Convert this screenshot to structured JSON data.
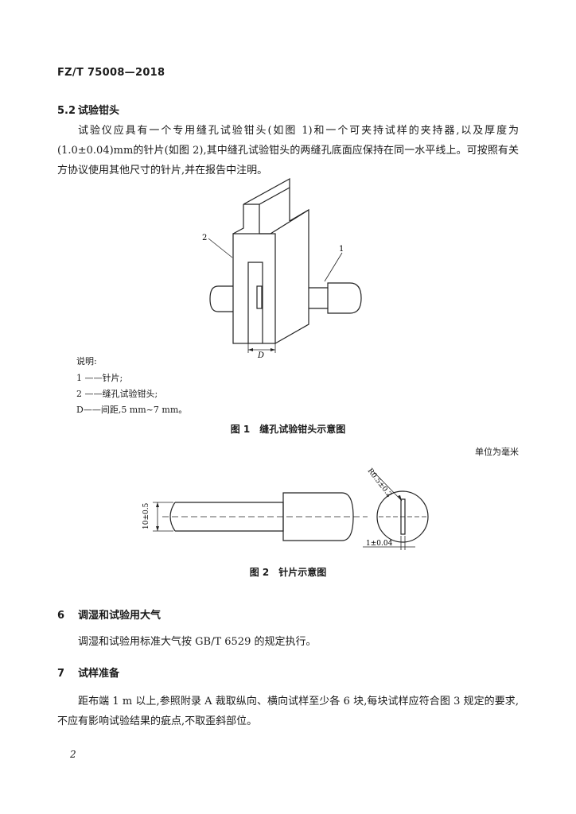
{
  "header": {
    "standard_code": "FZ/T 75008—2018"
  },
  "section_5_2": {
    "number": "5.2",
    "title": "试验钳头",
    "paragraph": "试验仪应具有一个专用缝孔试验钳头(如图 1)和一个可夹持试样的夹持器,以及厚度为(1.0±0.04)mm的针片(如图 2),其中缝孔试验钳头的两缝孔底面应保持在同一水平线上。可按照有关方协议使用其他尺寸的针片,并在报告中注明。"
  },
  "figure1": {
    "label_1": "1",
    "label_2": "2",
    "label_D": "D",
    "legend_title": "说明:",
    "legend_items": [
      "1 ——针片;",
      "2 ——缝孔试验钳头;",
      "D——间距,5 mm~7 mm。"
    ],
    "caption": "图 1　缝孔试验钳头示意图"
  },
  "figure2": {
    "unit_note": "单位为毫米",
    "dim_height": "10±0.5",
    "dim_radius": "R0.5±0.2",
    "dim_thickness": "1±0.04",
    "caption": "图 2　针片示意图"
  },
  "section_6": {
    "number": "6",
    "title": "调湿和试验用大气",
    "paragraph": "调湿和试验用标准大气按 GB/T 6529 的规定执行。"
  },
  "section_7": {
    "number": "7",
    "title": "试样准备",
    "paragraph": "距布端 1 m 以上,参照附录 A 裁取纵向、横向试样至少各 6 块,每块试样应符合图 3 规定的要求,不应有影响试验结果的疵点,不取歪斜部位。"
  },
  "footer": {
    "page_number": "2"
  }
}
